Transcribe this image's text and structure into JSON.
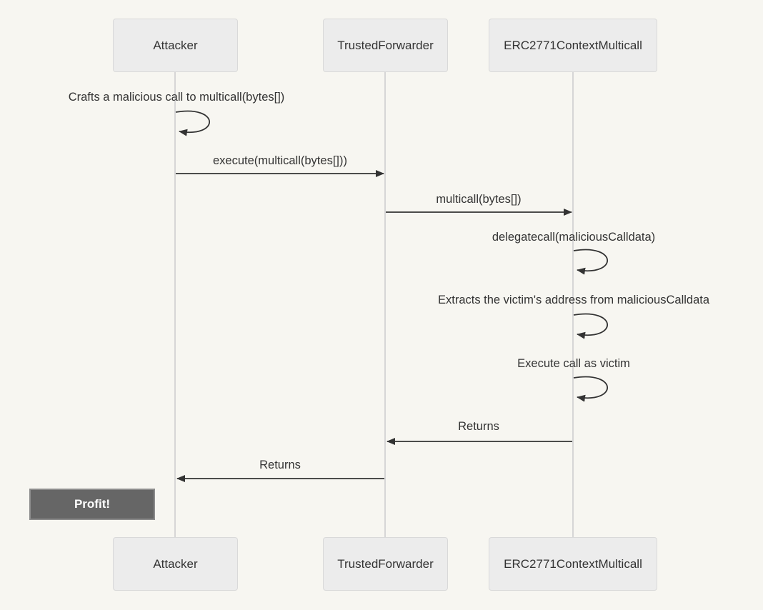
{
  "diagram": {
    "type": "sequence-diagram",
    "actors": [
      {
        "name": "Attacker"
      },
      {
        "name": "TrustedForwarder"
      },
      {
        "name": "ERC2771ContextMulticall"
      }
    ],
    "messages": [
      {
        "label": "Crafts a malicious call to multicall(bytes[])",
        "from": "Attacker",
        "to": "Attacker",
        "type": "self-loop"
      },
      {
        "label": "execute(multicall(bytes[]))",
        "from": "Attacker",
        "to": "TrustedForwarder",
        "type": "solid-arrow"
      },
      {
        "label": "multicall(bytes[])",
        "from": "TrustedForwarder",
        "to": "ERC2771ContextMulticall",
        "type": "solid-arrow"
      },
      {
        "label": "delegatecall(maliciousCalldata)",
        "from": "ERC2771ContextMulticall",
        "to": "ERC2771ContextMulticall",
        "type": "self-loop"
      },
      {
        "label": "Extracts the victim's address from maliciousCalldata",
        "from": "ERC2771ContextMulticall",
        "to": "ERC2771ContextMulticall",
        "type": "self-loop"
      },
      {
        "label": "Execute call as victim",
        "from": "ERC2771ContextMulticall",
        "to": "ERC2771ContextMulticall",
        "type": "self-loop"
      },
      {
        "label": "Returns",
        "from": "ERC2771ContextMulticall",
        "to": "TrustedForwarder",
        "type": "solid-arrow"
      },
      {
        "label": "Returns",
        "from": "TrustedForwarder",
        "to": "Attacker",
        "type": "solid-arrow"
      }
    ],
    "note": {
      "label": "Profit!",
      "position": "left-of",
      "target": "Attacker"
    },
    "colors": {
      "background": "#f7f6f1",
      "actor_fill": "#ececec",
      "actor_border": "#d9d9d9",
      "text": "#333333",
      "arrow": "#333333",
      "lifeline": "#d6d6d6",
      "note_fill": "#666666",
      "note_border": "#8c8c8c",
      "note_text": "#ffffff"
    }
  }
}
